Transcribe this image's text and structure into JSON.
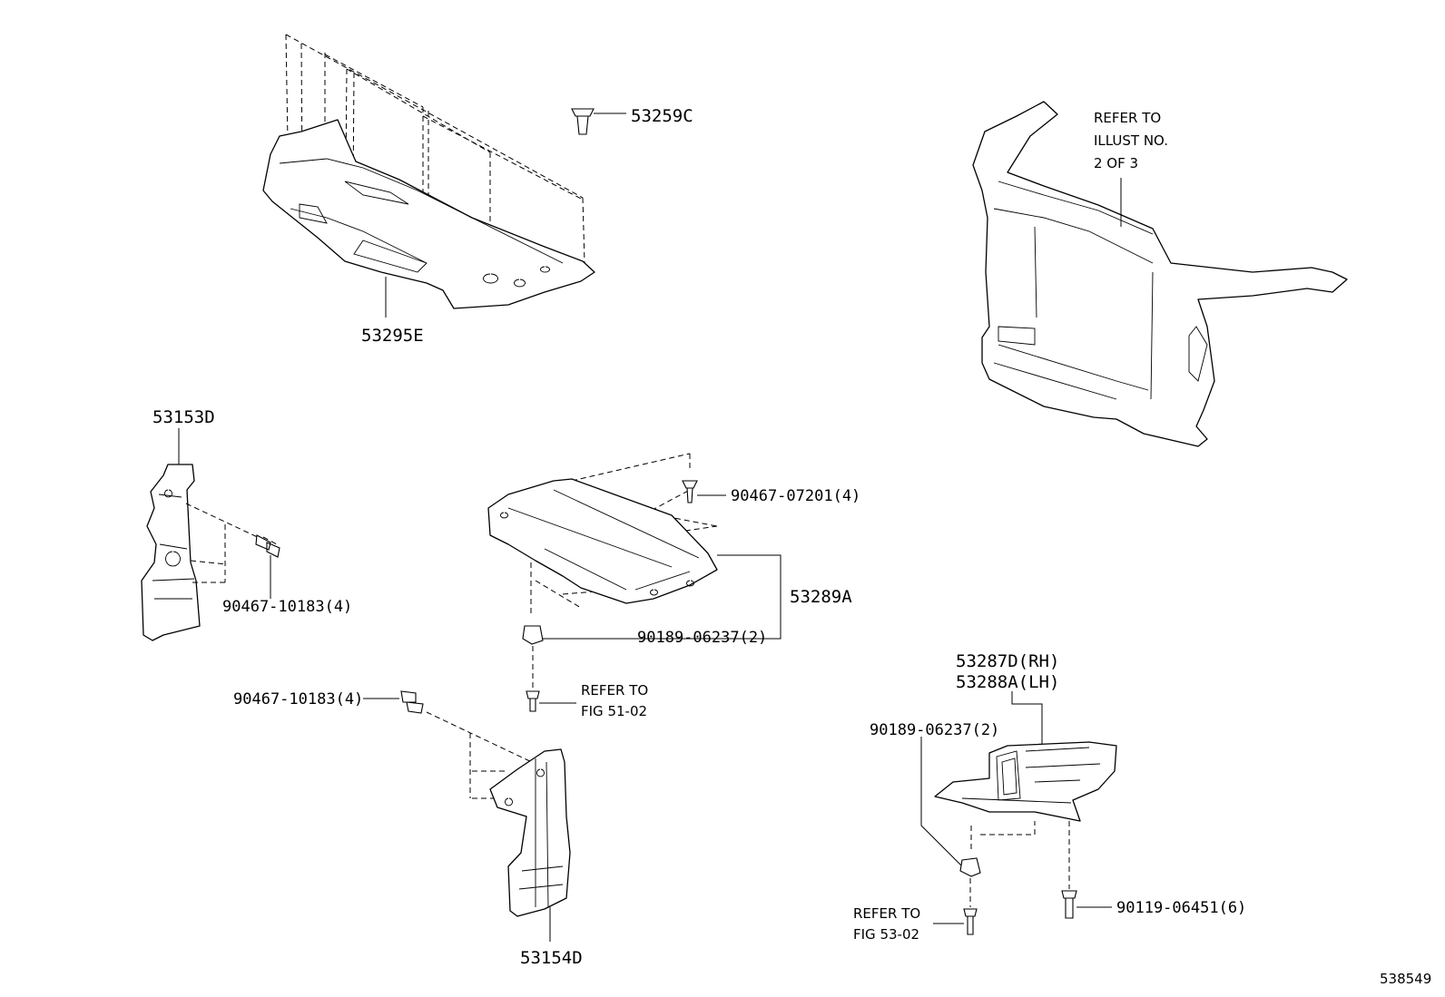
{
  "labels": {
    "p53259C": "53259C",
    "p53295E": "53295E",
    "p53153D": "53153D",
    "p90467_10183_a": "90467-10183(4)",
    "p90467_07201": "90467-07201(4)",
    "p53289A": "53289A",
    "p90189_06237_a": "90189-06237(2)",
    "p90467_10183_b": "90467-10183(4)",
    "p53154D": "53154D",
    "p53287D": "53287D(RH)",
    "p53288A": "53288A(LH)",
    "p90189_06237_b": "90189-06237(2)",
    "p90119_06451": "90119-06451(6)"
  },
  "notes": {
    "illust": [
      "REFER TO",
      "ILLUST NO.",
      "2 OF 3"
    ],
    "fig5102": [
      "REFER TO",
      "FIG 51-02"
    ],
    "fig5302": [
      "REFER TO",
      "FIG 53-02"
    ]
  },
  "diagram_number": "538549"
}
